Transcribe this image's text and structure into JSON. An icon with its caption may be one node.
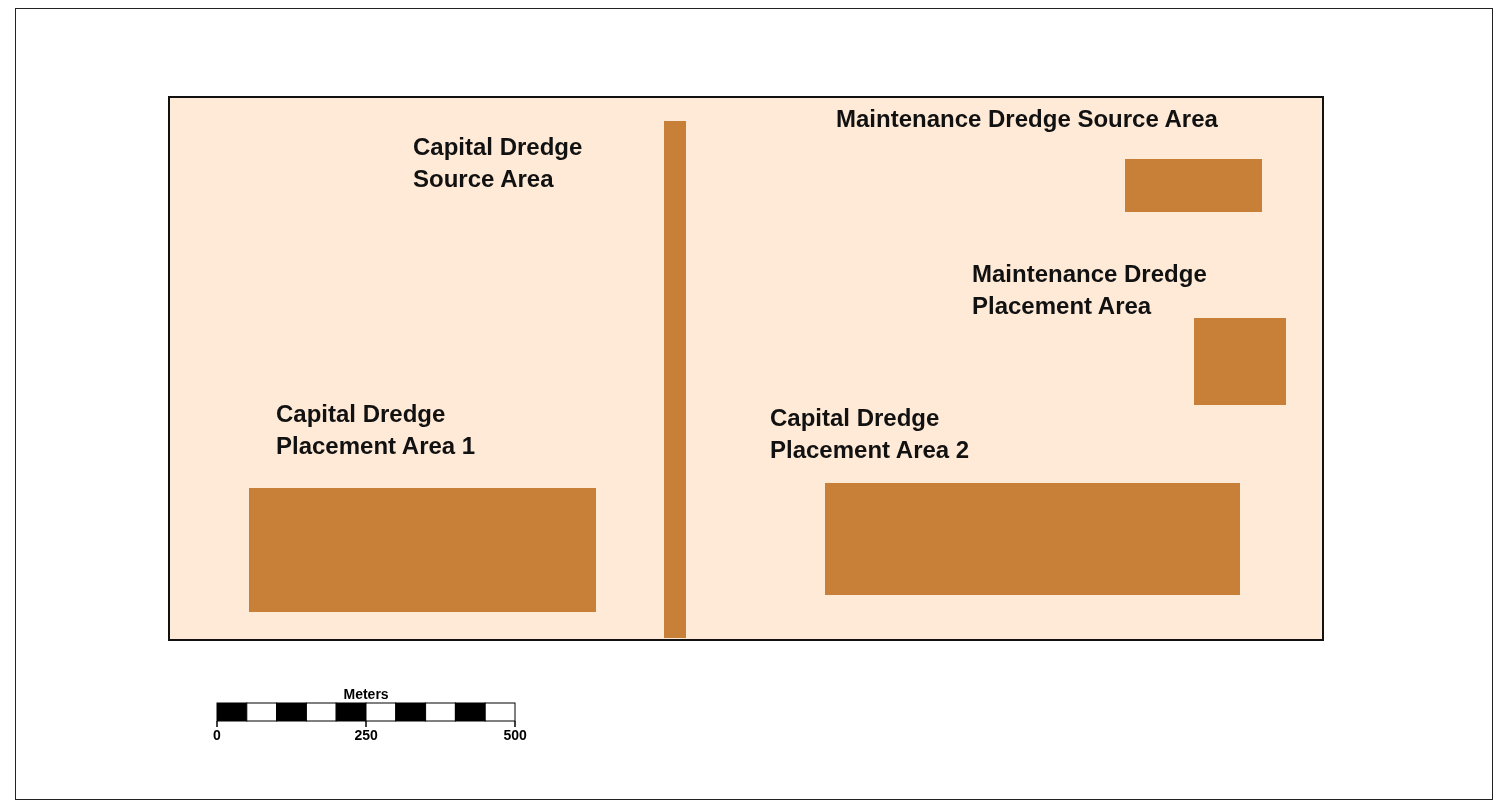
{
  "diagram": {
    "nodes": [
      {
        "text": [
          "Capital Dredge Source Area"
        ]
      },
      {
        "text": [
          "Maintenance Dredge Source Area"
        ]
      },
      {
        "text": [
          "Maintenance Dredge Placement Area"
        ]
      },
      {
        "text": [
          "Capital Dredge Placement Area 1"
        ]
      },
      {
        "text": [
          "Capital Dredge Placement Area 2"
        ]
      }
    ],
    "edges": [],
    "labels": [
      "Meters",
      "0",
      "250",
      "500"
    ]
  }
}
